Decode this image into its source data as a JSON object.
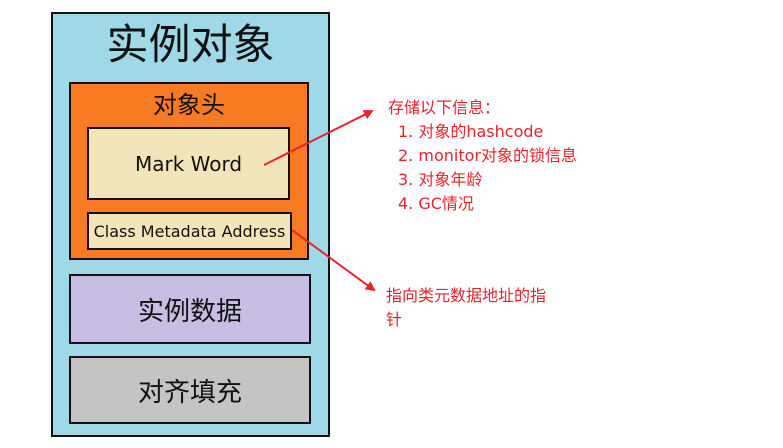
{
  "colors": {
    "instance_bg": "#9fd9e8",
    "header_bg": "#f87a22",
    "word_bg": "#f3e5ba",
    "data_bg": "#c8bde3",
    "padding_bg": "#c4c4c4",
    "arrow": "#e8232a"
  },
  "instance": {
    "title": "实例对象",
    "header": {
      "title": "对象头",
      "mark_word": "Mark Word",
      "class_address": "Class Metadata Address"
    },
    "data": "实例数据",
    "padding": "对齐填充"
  },
  "notes": {
    "mark_word": {
      "heading": "存储以下信息：",
      "items": [
        "1. 对象的hashcode",
        "2. monitor对象的锁信息",
        "3. 对象年龄",
        "4. GC情况"
      ]
    },
    "class_address": "指向类元数据地址的指针"
  }
}
